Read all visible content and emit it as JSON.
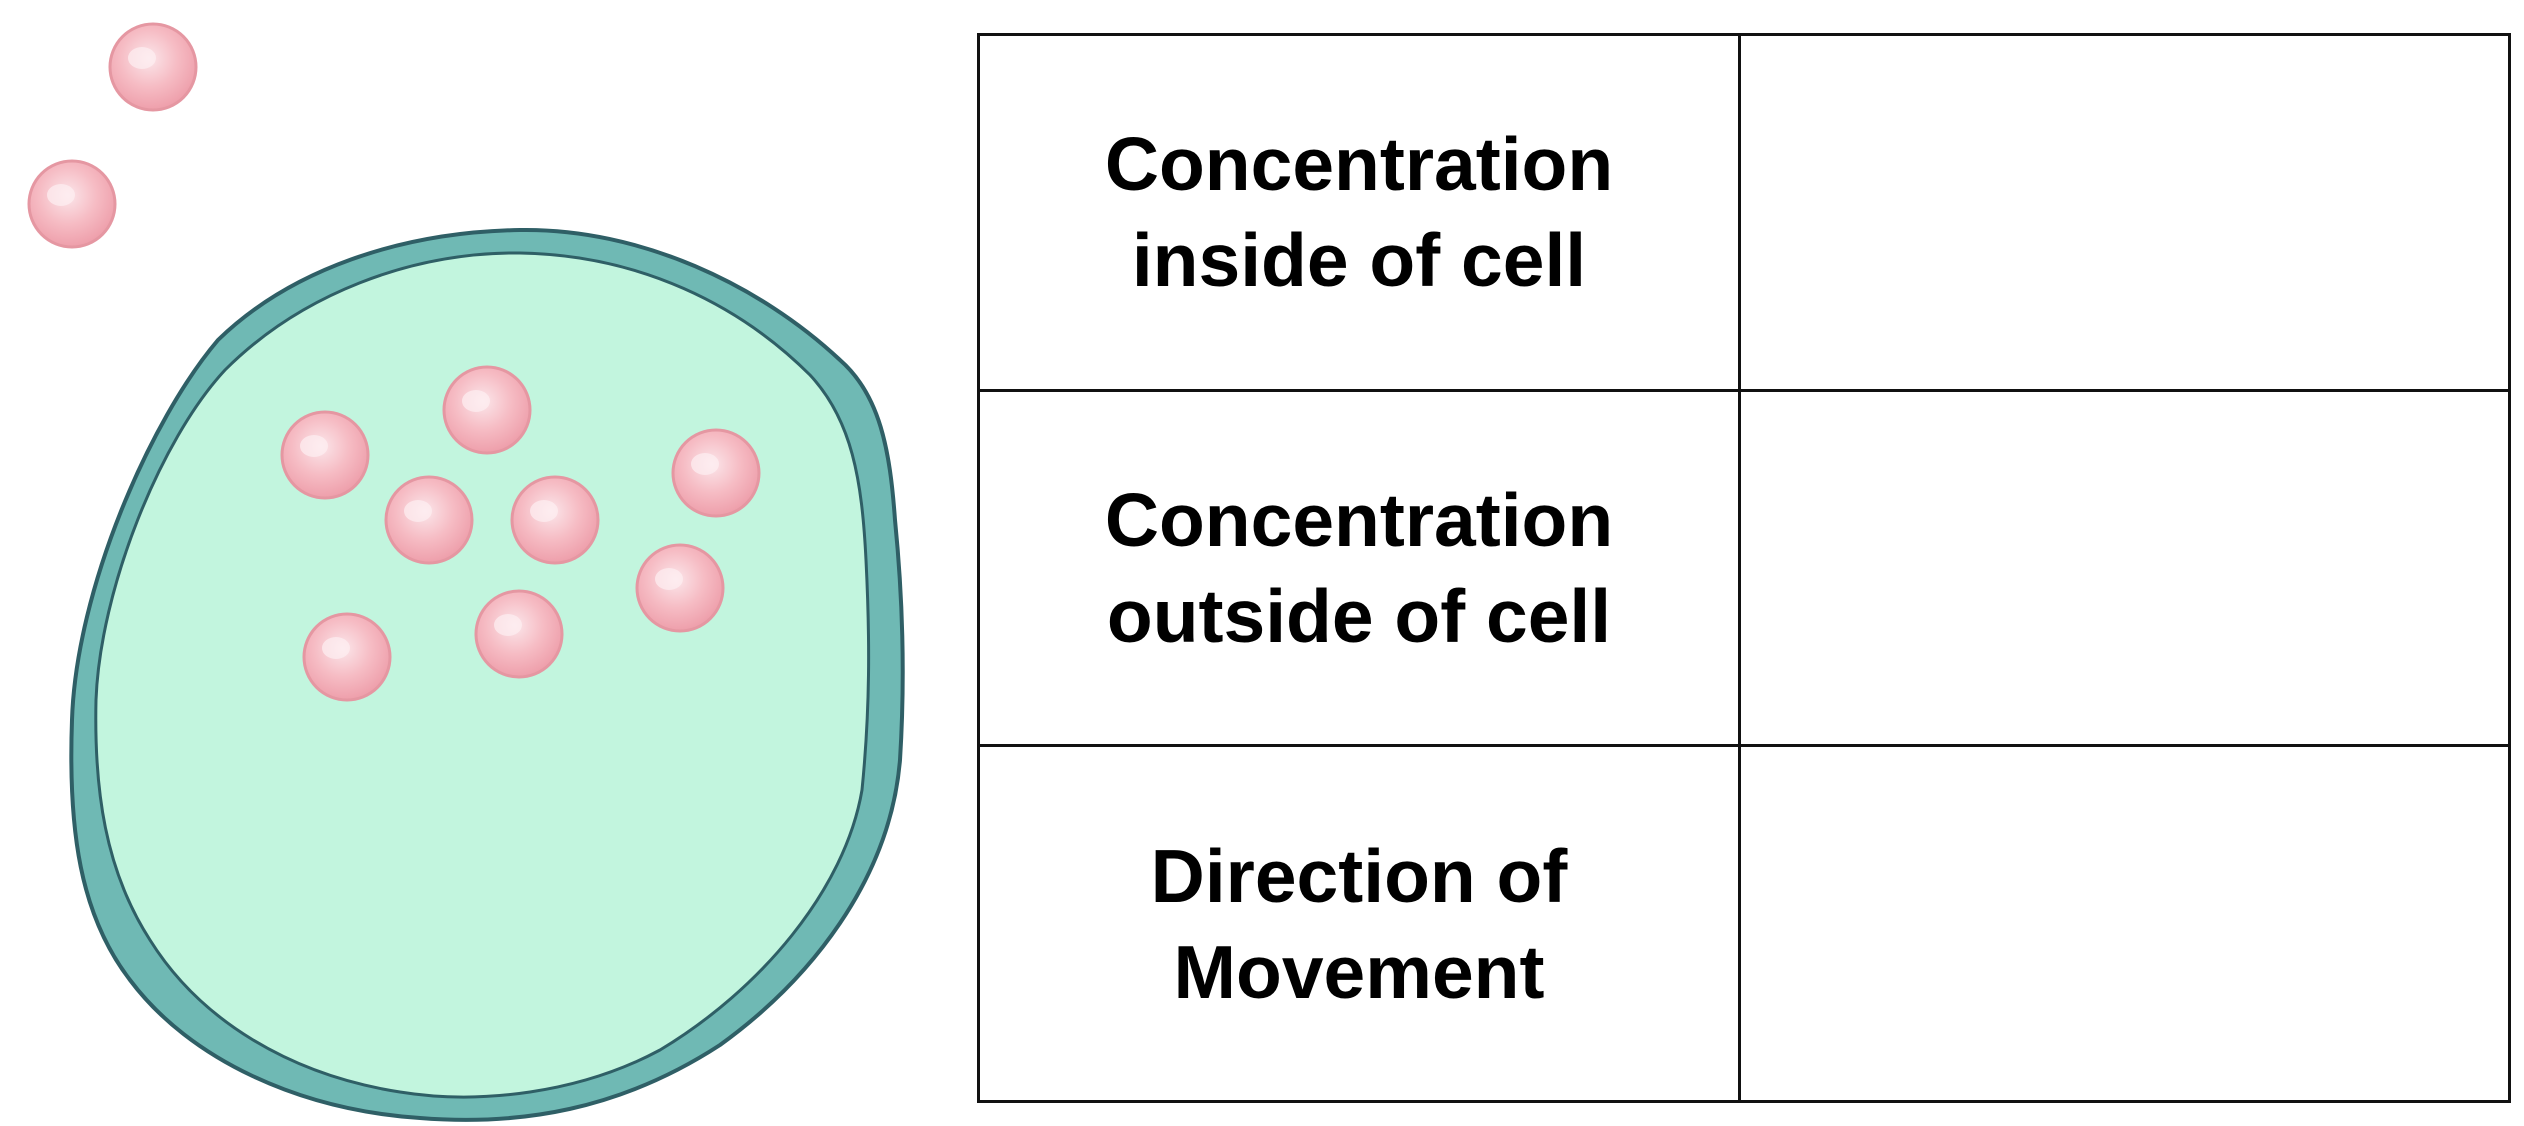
{
  "colors": {
    "membrane_fill": "#6fb9b4",
    "membrane_stroke": "#2f5f66",
    "cytoplasm_fill": "#c2f5de",
    "particle_fill": "#f4aeb7",
    "particle_stroke": "#e597a2",
    "particle_highlight": "#fbe6ea",
    "table_border": "#111111",
    "label_text": "#000000"
  },
  "diagram": {
    "particles_outside_count": 2,
    "particles_inside_count": 8
  },
  "table": {
    "rows": [
      {
        "label": "Concentration inside of cell",
        "answer": ""
      },
      {
        "label": "Concentration outside of cell",
        "answer": ""
      },
      {
        "label": "Direction of Movement",
        "answer": ""
      }
    ]
  }
}
